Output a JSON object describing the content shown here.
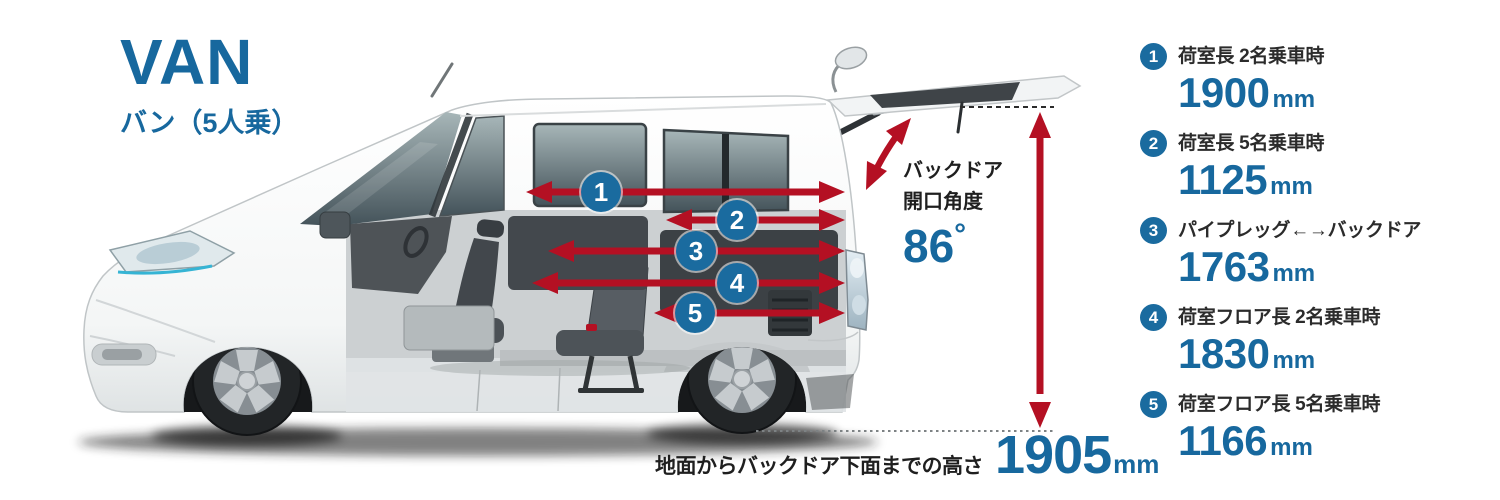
{
  "brand_color": "#17689e",
  "arrow_color": "#b41023",
  "header": {
    "title": "VAN",
    "subtitle": "バン（5人乗）"
  },
  "diagram": {
    "back_door_angle": {
      "label_line1": "バックドア",
      "label_line2": "開口角度",
      "value": "86",
      "unit": "°"
    },
    "ground_height": {
      "label": "地面からバックドア下面までの高さ",
      "value": "1905",
      "unit": "mm"
    }
  },
  "legend": {
    "items": [
      {
        "num": "1",
        "label": "荷室長 2名乗車時",
        "value": "1900",
        "unit": "mm"
      },
      {
        "num": "2",
        "label": "荷室長 5名乗車時",
        "value": "1125",
        "unit": "mm"
      },
      {
        "num": "3",
        "label": "パイプレッグ←→バックドア",
        "value": "1763",
        "unit": "mm"
      },
      {
        "num": "4",
        "label": "荷室フロア長 2名乗車時",
        "value": "1830",
        "unit": "mm"
      },
      {
        "num": "5",
        "label": "荷室フロア長 5名乗車時",
        "value": "1166",
        "unit": "mm"
      }
    ]
  }
}
